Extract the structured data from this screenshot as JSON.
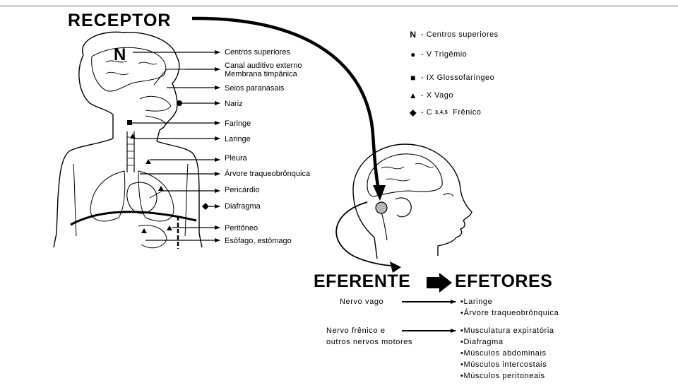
{
  "title_receptor": "RECEPTOR",
  "head_letter": "N",
  "receptor_labels": [
    "Centros superiores",
    "Canal auditivo externo",
    "Membrana timpânica",
    "Seios paranasais",
    "Nariz",
    "Faringe",
    "Laringe",
    "Pleura",
    "Árvore traqueobrônquica",
    "Pericárdio",
    "Diafragma",
    "Peritôneo",
    "Esôfago, estômago"
  ],
  "legend": [
    {
      "symbol": "N",
      "text": "- Centros superiores"
    },
    {
      "symbol": "●",
      "text": "- V Trigêmio"
    },
    {
      "symbol": "■",
      "text": "- IX Glossofaríngeo"
    },
    {
      "symbol": "▲",
      "text": "- X Vago"
    },
    {
      "symbol": "◆",
      "text": "- C",
      "sub": "3,4,5",
      "after": "Frênico"
    }
  ],
  "title_eferente": "EFERENTE",
  "title_efetores": "EFETORES",
  "nervo_vago": "Nervo vago",
  "vago_effectors": [
    "•Laringe",
    "•Árvore traqueobrônquica"
  ],
  "nervo_frenico_line1": "Nervo frênico e",
  "nervo_frenico_line2": "outros nervos motores",
  "frenico_effectors": [
    "•Musculatura expiratória",
    "•Diafragma",
    "•Músculos abdominais",
    "•Músculos intercostais",
    "•Músculos peritoneais"
  ]
}
